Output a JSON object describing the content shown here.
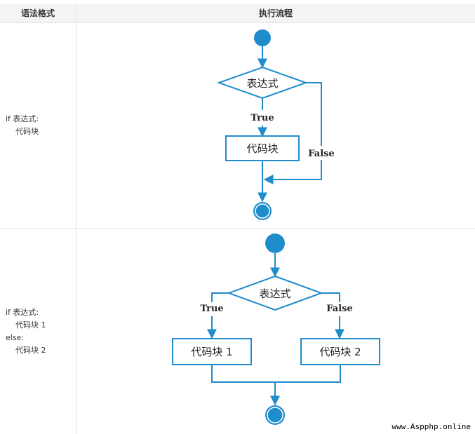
{
  "header": {
    "col1": "语法格式",
    "col2": "执行流程"
  },
  "row1": {
    "code": [
      "if 表达式:",
      "    代码块"
    ],
    "diagram": {
      "decision": "表达式",
      "true_label": "True",
      "false_label": "False",
      "block": "代码块"
    }
  },
  "row2": {
    "code": [
      "if 表达式:",
      "    代码块 1",
      "else:",
      "    代码块 2"
    ],
    "diagram": {
      "decision": "表达式",
      "true_label": "True",
      "false_label": "False",
      "block1": "代码块 1",
      "block2": "代码块 2"
    }
  },
  "watermark": "www.Aspphp.online",
  "colors": {
    "flow": "#1f8ccc",
    "node_fill": "#1f8ccc",
    "text": "#222222"
  }
}
